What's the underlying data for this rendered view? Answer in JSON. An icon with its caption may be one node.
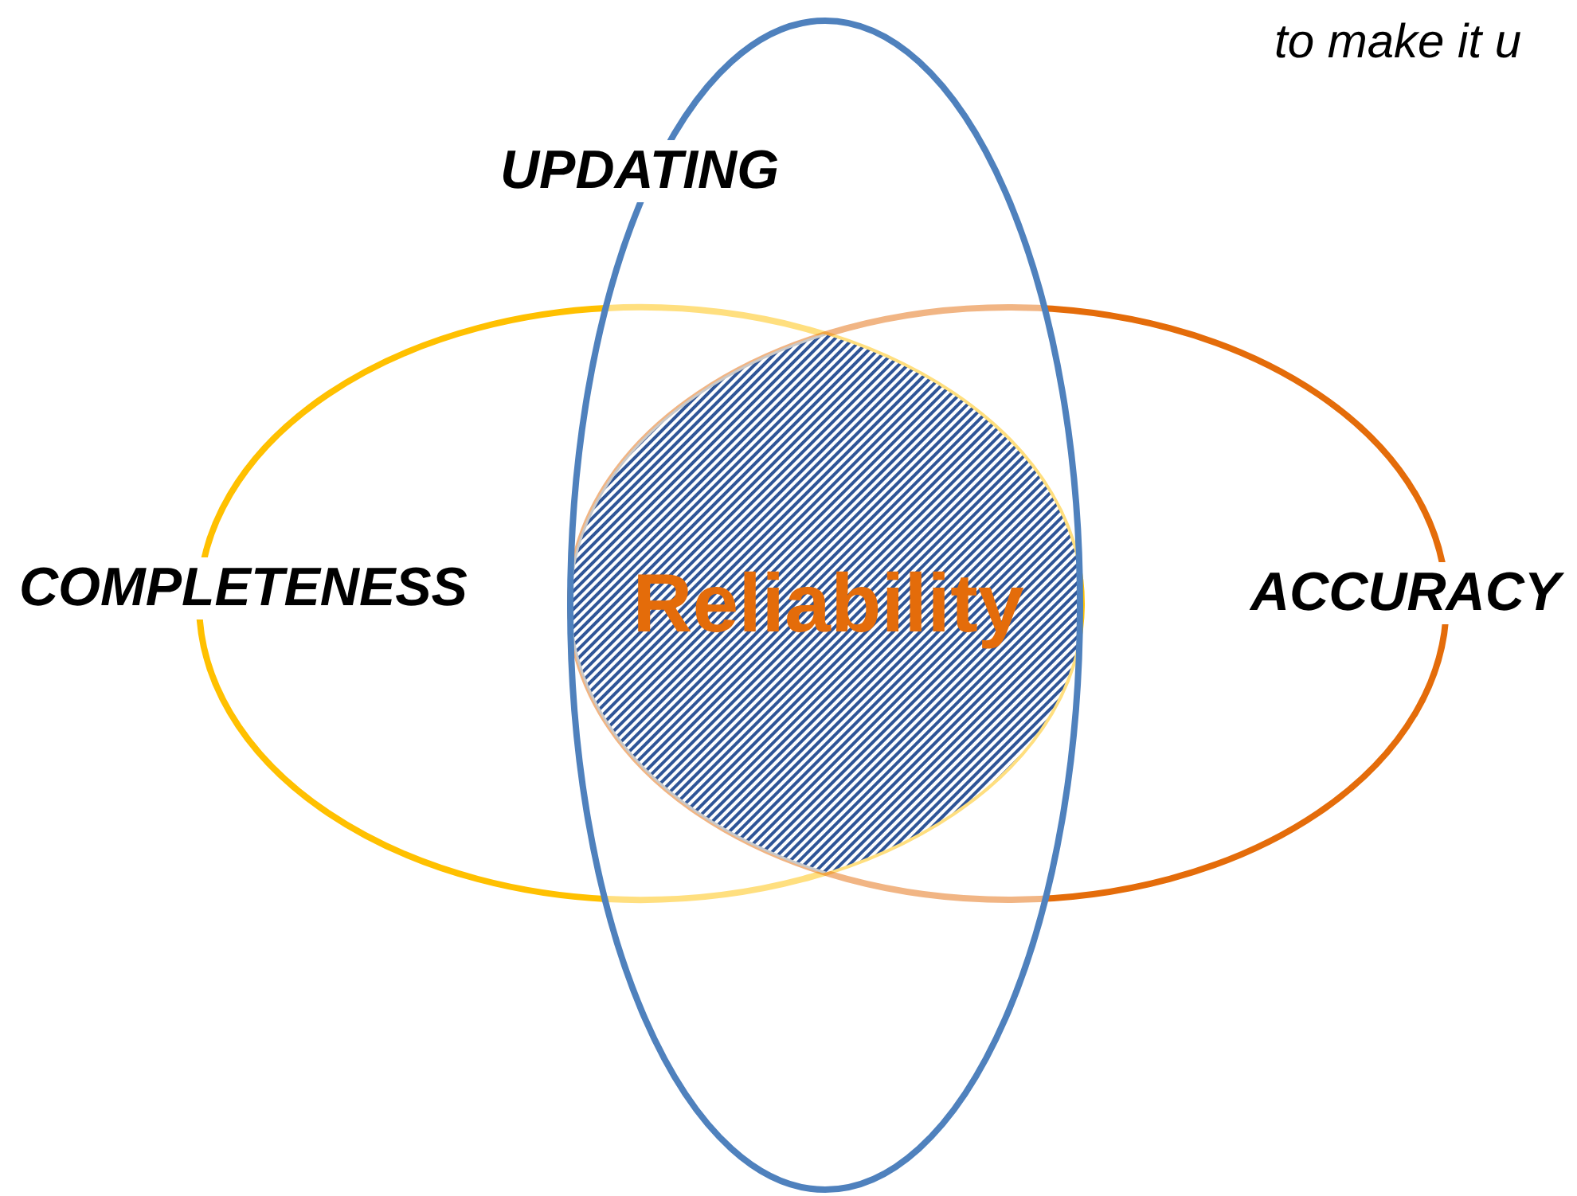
{
  "diagram": {
    "nodes": [
      {
        "text": [
          "UPDATING"
        ]
      },
      {
        "text": [
          "COMPLETENESS"
        ]
      },
      {
        "text": [
          "Reliability"
        ]
      },
      {
        "text": [
          "ACCURACY"
        ]
      }
    ],
    "labels": [
      "to make it u"
    ]
  }
}
